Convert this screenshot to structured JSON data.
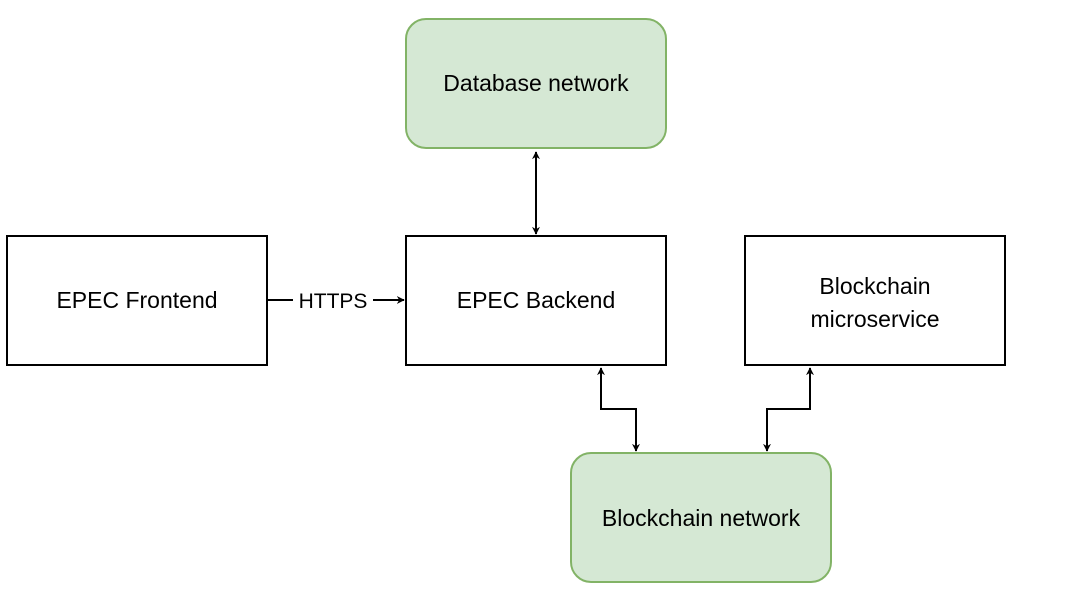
{
  "colors": {
    "stroke": "#000000",
    "box_fill": "#ffffff",
    "green_fill": "#d5e8d4",
    "green_stroke": "#82b366"
  },
  "nodes": {
    "database_network": {
      "label": "Database network"
    },
    "epec_frontend": {
      "label": "EPEC Frontend"
    },
    "epec_backend": {
      "label": "EPEC Backend"
    },
    "blockchain_microservice": {
      "line1": "Blockchain",
      "line2": "microservice"
    },
    "blockchain_network": {
      "label": "Blockchain network"
    }
  },
  "edges": {
    "frontend_to_backend": {
      "label": "HTTPS"
    }
  }
}
